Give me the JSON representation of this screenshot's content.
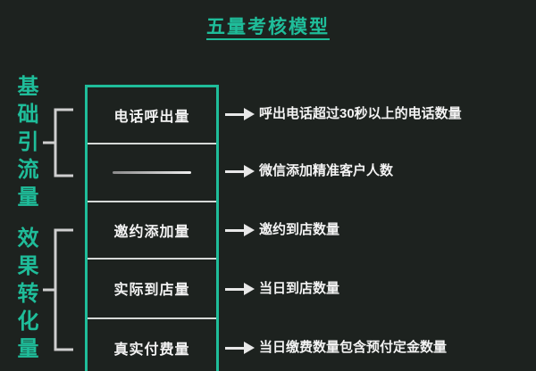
{
  "title": "五量考核模型",
  "colors": {
    "background": "#1d221f",
    "accent": "#1fbd9a",
    "text": "#f3f3f3",
    "divider": "#d6d9d7",
    "arrow": "#e8e8e8"
  },
  "side_labels": {
    "basic_traffic": "基础引流量",
    "conversion": "效果转化量"
  },
  "rows": [
    {
      "label": "电话呼出量",
      "redacted": false,
      "description": "呼出电话超过30秒以上的电话数量"
    },
    {
      "label": "",
      "redacted": true,
      "description": "微信添加精准客户人数"
    },
    {
      "label": "邀约添加量",
      "redacted": false,
      "description": "邀约到店数量"
    },
    {
      "label": "实际到店量",
      "redacted": false,
      "description": "当日到店数量"
    },
    {
      "label": "真实付费量",
      "redacted": false,
      "description": "当日缴费数量包含预付定金数量"
    }
  ]
}
